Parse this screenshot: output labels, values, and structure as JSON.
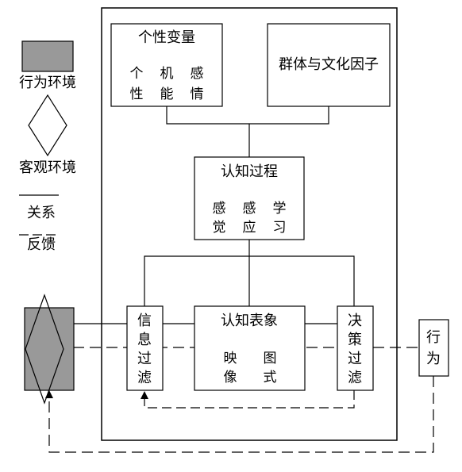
{
  "legend": {
    "behavior_env": "行为环境",
    "objective_env": "客观环境",
    "relation": "关系",
    "feedback": "反馈"
  },
  "personality": {
    "title": "个性变量",
    "col1": [
      "个",
      "性"
    ],
    "col2": [
      "机",
      "能"
    ],
    "col3": [
      "感",
      "情"
    ]
  },
  "group_culture": {
    "title": "群体与文化因子"
  },
  "cognition": {
    "title": "认知过程",
    "col1": [
      "感",
      "觉"
    ],
    "col2": [
      "感",
      "应"
    ],
    "col3": [
      "学",
      "习"
    ]
  },
  "info_filter": {
    "chars": [
      "信",
      "息",
      "过",
      "滤"
    ]
  },
  "cog_repr": {
    "title": "认知表象",
    "col1": [
      "映",
      "像"
    ],
    "col2": [
      "图",
      "式"
    ]
  },
  "decision_filter": {
    "chars": [
      "决",
      "策",
      "过",
      "滤"
    ]
  },
  "behavior": {
    "chars": [
      "行",
      "为"
    ]
  },
  "colors": {
    "env_fill": "#999999",
    "stroke": "#000000"
  }
}
